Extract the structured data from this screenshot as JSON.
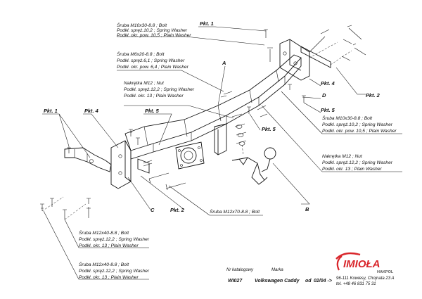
{
  "labels": {
    "bolt_m10_top": [
      "Śruba M10x30-8.8 ;  Bolt",
      "Podkł. spręż.10,2 ; Spring Washer",
      "Podkł. okr. pow. 10,5 ; Plain Washer"
    ],
    "bolt_m6": [
      "Śruba M6x20-8.8 ;  Bolt",
      "Podkł. spręż.6,1 ; Spring Washer",
      "Podkł. okr. pow. 6,4 ; Plain Washer"
    ],
    "nut_m12_top": [
      "Nakrętka  M12 ; Nut",
      "Podkł. spręż.12,2 ; Spring Washer",
      "Podkł. okr. 13 ; Plain Washer"
    ],
    "bolt_m10_right": [
      "Śruba M10x30-8.8 ;  Bolt",
      "Podkł. spręż.10,2 ; Spring Washer",
      "Podkł. okr. pow. 10,5 ; Plain Washer"
    ],
    "nut_m12_right": [
      "Nakrętka  M12 ; Nut",
      "Podkł. spręż.12,2 ; Spring Washer",
      "Podkł. okr. 13 ; Plain Washer"
    ],
    "bolt_m12x70": "Śruba M12x70-8.8 ;  Bolt",
    "bolt_m12x40_a": [
      "Śruba M12x40-8.8 ;  Bolt",
      "Podkł. spręż.12,2 ; Spring Washer",
      "Podkł. okr. 13 ; Plain Washer"
    ],
    "bolt_m12x40_b": [
      "Śruba M12x40-8.8 ;  Bolt",
      "Podkł. spręż.12,2 ; Spring Washer",
      "Podkł. okr. 13 ; Plain Washer"
    ]
  },
  "points": {
    "pkt1": "Pkt. 1",
    "pkt2": "Pkt. 2",
    "pkt4": "Pkt. 4",
    "pkt5": "Pkt. 5"
  },
  "letters": {
    "a": "A",
    "b": "B",
    "c": "C",
    "d": "D"
  },
  "footer": {
    "catalog_label": "Nr katalogowy",
    "catalog_no": "WI027",
    "brand_label": "Marka",
    "vehicle": "Volkswagen Caddy",
    "from_label": "od",
    "from_date": "02/04 ->",
    "company_addr": "96-111 Kowiesy, Chojnata 23 A",
    "company_tel": "tel. +48 46 831 75 31"
  },
  "logo": {
    "brand": "IMIOŁA",
    "sub": "HAKPOL",
    "accent": "#d9262b"
  }
}
